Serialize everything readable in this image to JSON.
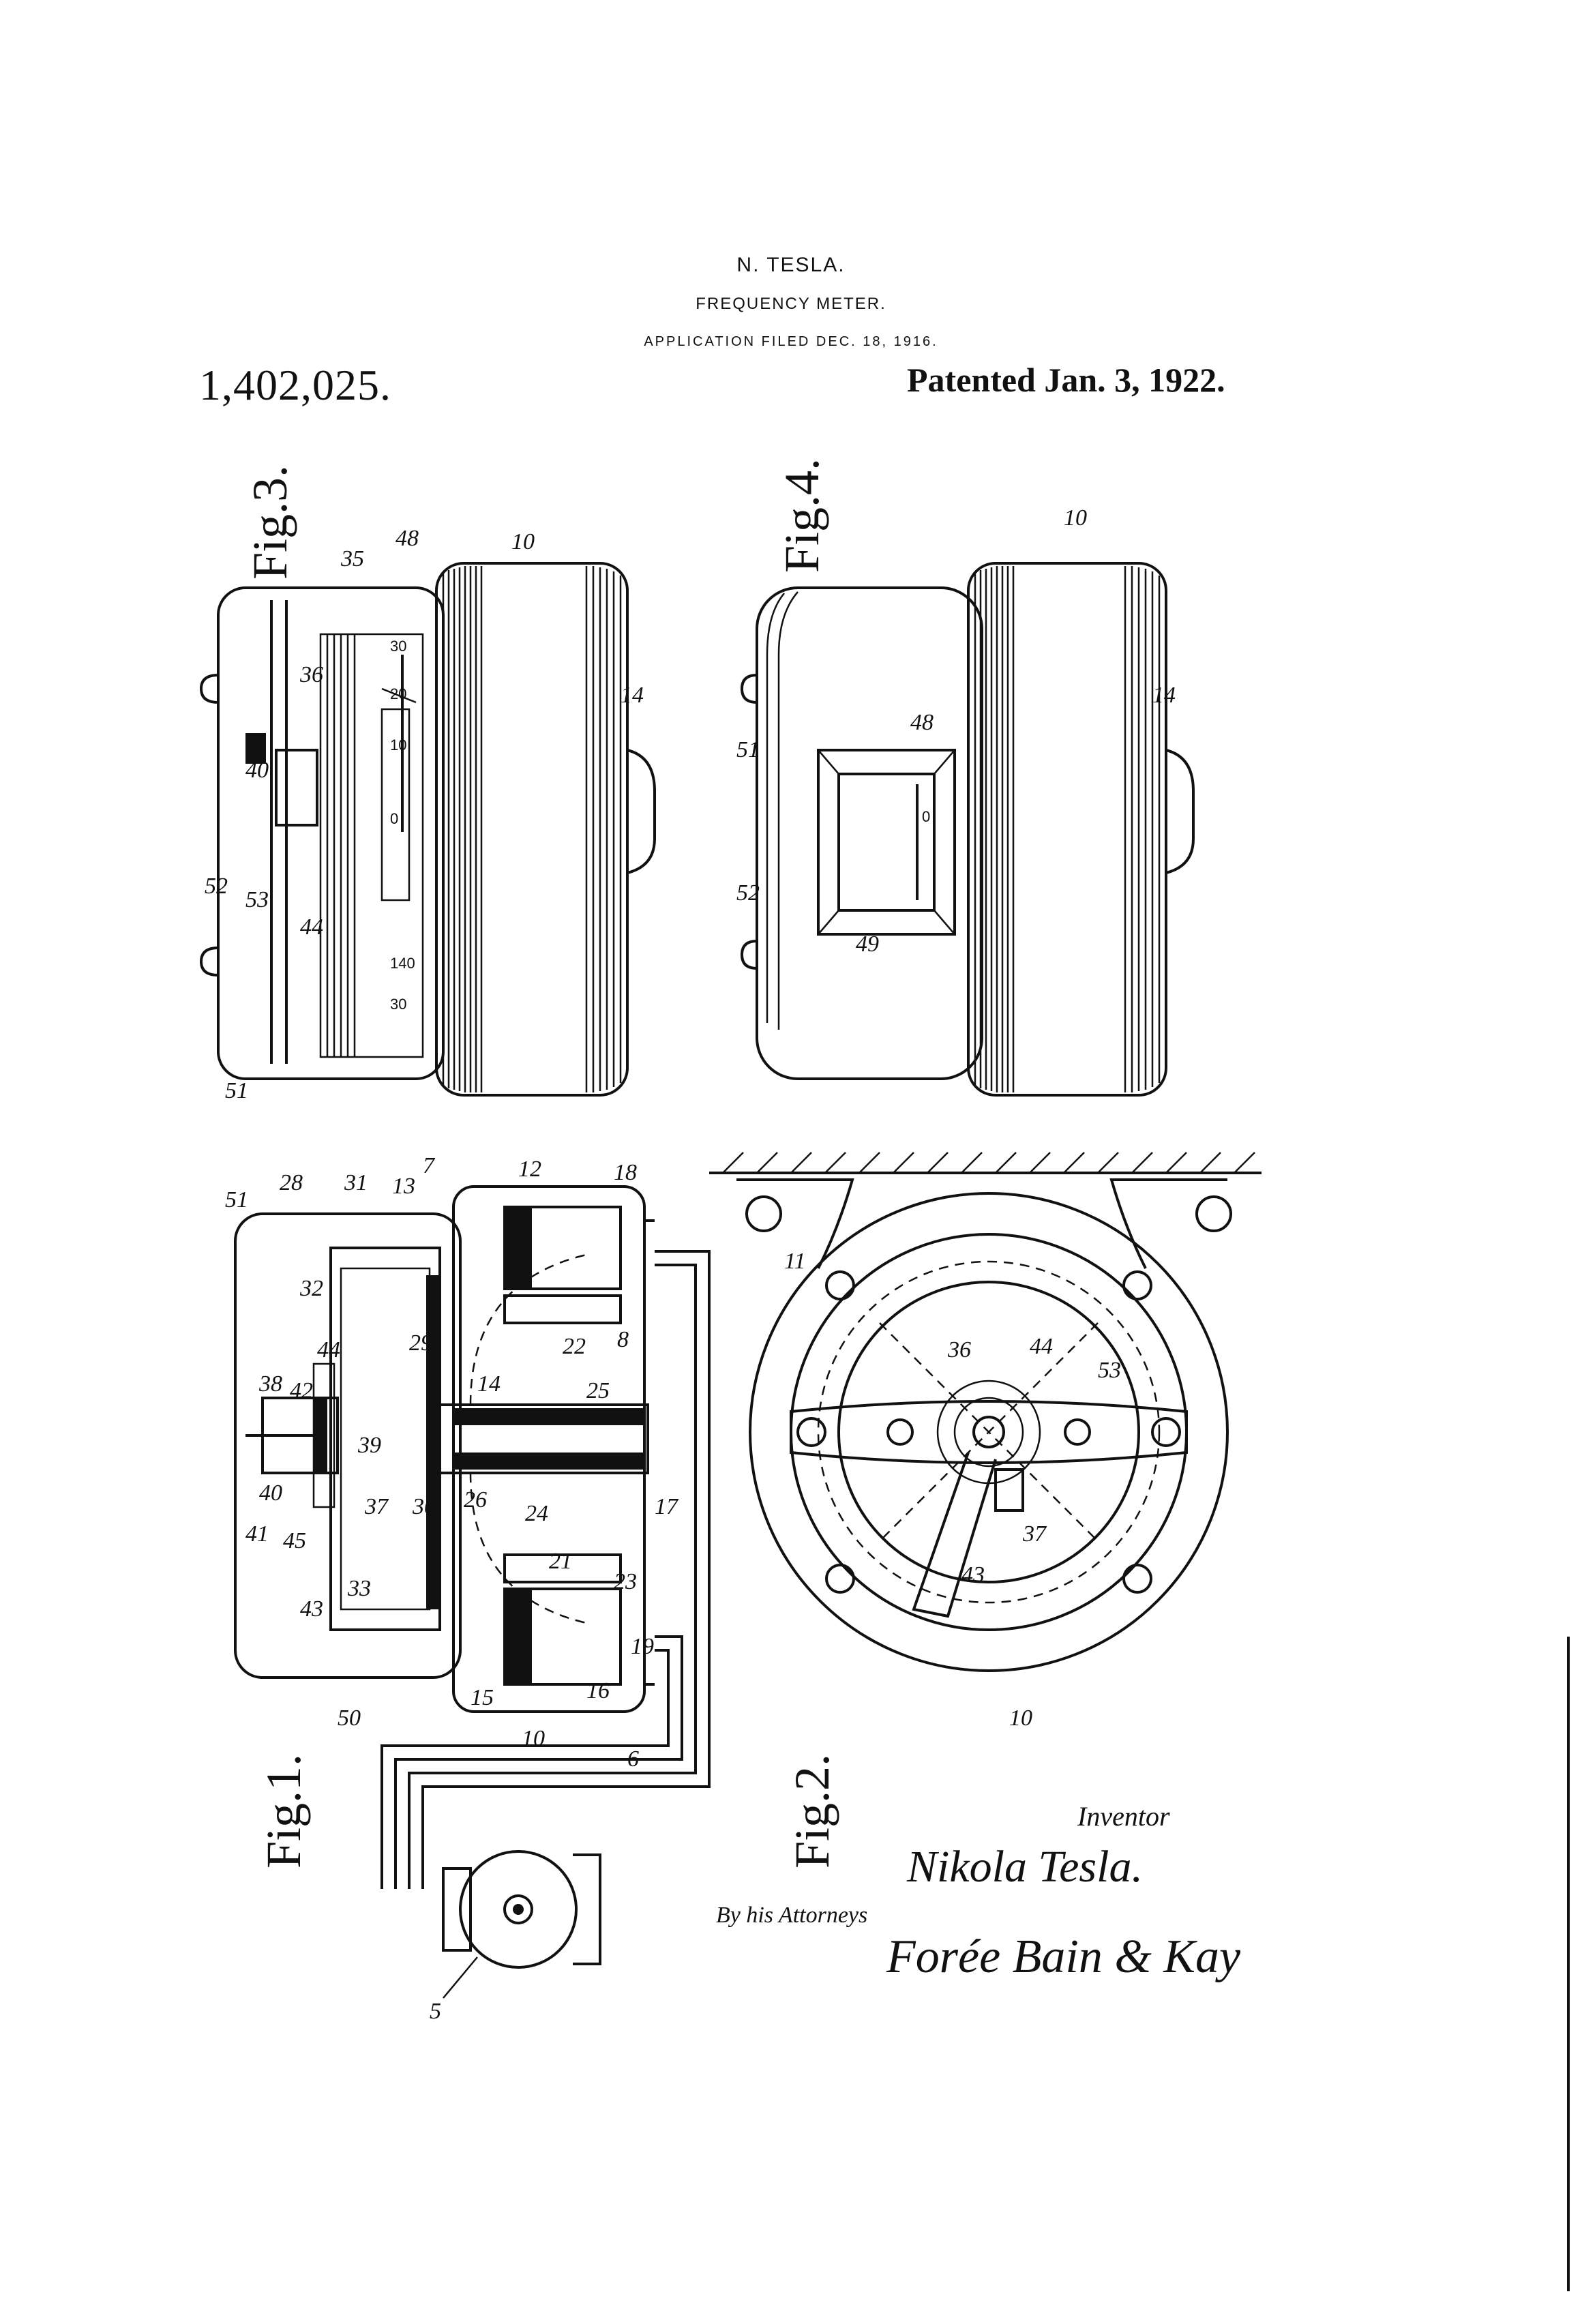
{
  "header": {
    "inventor_name": "N. TESLA.",
    "title": "FREQUENCY METER.",
    "application": "APPLICATION FILED DEC. 18, 1916.",
    "patent_number": "1,402,025.",
    "patented": "Patented Jan. 3, 1922."
  },
  "figures": {
    "fig1": "Fig.1.",
    "fig2": "Fig.2.",
    "fig3": "Fig.3.",
    "fig4": "Fig.4."
  },
  "fig3_refs": [
    "10",
    "14",
    "35",
    "48",
    "36",
    "40",
    "52",
    "53",
    "44",
    "51"
  ],
  "fig3_scale_ticks": [
    "0",
    "10",
    "20",
    "30",
    "140",
    "30"
  ],
  "fig4_refs": [
    "10",
    "14",
    "51",
    "48",
    "52",
    "49"
  ],
  "fig4_scale_ticks": [
    "0"
  ],
  "fig1_refs": [
    "51",
    "28",
    "31",
    "13",
    "7",
    "12",
    "18",
    "32",
    "29",
    "22",
    "8",
    "44",
    "38",
    "42",
    "14",
    "25",
    "39",
    "40",
    "41",
    "45",
    "37",
    "30",
    "26",
    "24",
    "17",
    "21",
    "43",
    "33",
    "23",
    "19",
    "50",
    "15",
    "16",
    "10",
    "6",
    "5"
  ],
  "fig2_refs": [
    "11",
    "36",
    "44",
    "53",
    "37",
    "43",
    "10"
  ],
  "signatures": {
    "inventor_label": "Inventor",
    "inventor_signature": "Nikola Tesla.",
    "attorneys_label": "By his Attorneys",
    "attorney_signature": "Forée Bain & Kay"
  }
}
